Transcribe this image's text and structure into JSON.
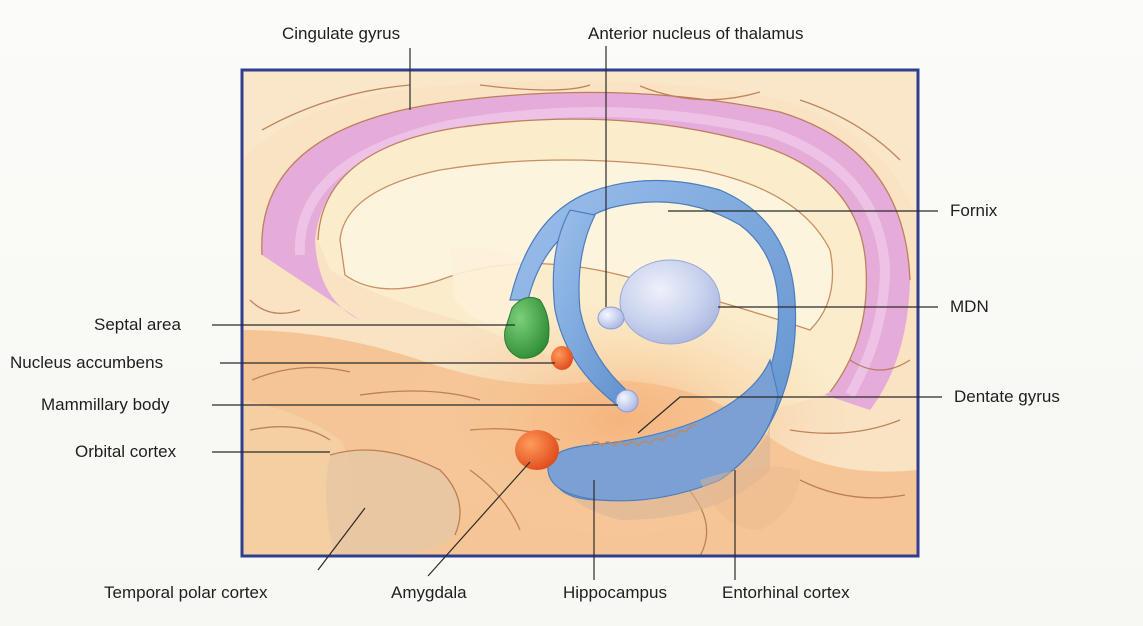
{
  "labels": {
    "cingulate_gyrus": "Cingulate gyrus",
    "anterior_nucleus_thalamus": "Anterior nucleus of thalamus",
    "fornix": "Fornix",
    "mdn": "MDN",
    "septal_area": "Septal area",
    "nucleus_accumbens": "Nucleus accumbens",
    "mammillary_body": "Mammillary body",
    "dentate_gyrus": "Dentate gyrus",
    "orbital_cortex": "Orbital cortex",
    "temporal_polar_cortex": "Temporal polar cortex",
    "amygdala": "Amygdala",
    "hippocampus": "Hippocampus",
    "entorhinal_cortex": "Entorhinal cortex"
  },
  "colors": {
    "frame": "#2f3f8f",
    "cortex_base": "#f8dcb6",
    "cortex_light": "#fbeccf",
    "cingulate": "#e2a3d8",
    "fornix": "#7ea7d9",
    "thalamus": "#c9d2ee",
    "septal": "#4aa64a",
    "accumbens": "#e85c2a",
    "amygdala": "#e85a24",
    "sulcus_line": "#b5734a"
  }
}
